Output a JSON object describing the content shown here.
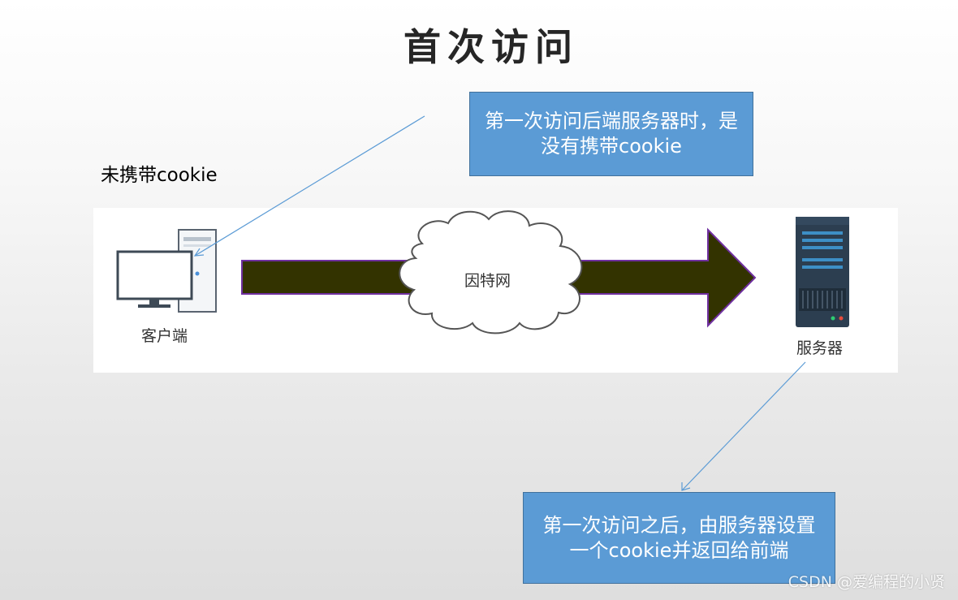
{
  "title": "首次访问",
  "callout_top": {
    "line1": "第一次访问后端服务器时，是",
    "line2": "没有携带cookie"
  },
  "side_label": "未携带cookie",
  "diagram": {
    "client_label": "客户端",
    "internet_label": "因特网",
    "server_label": "服务器"
  },
  "callout_bottom": {
    "line1": "第一次访问之后，由服务器设置",
    "line2": "一个cookie并返回给前端"
  },
  "watermark": "CSDN @爱编程的小贤",
  "colors": {
    "callout_fill": "#5b9bd5",
    "arrow_fill": "#333300",
    "arrow_stroke": "#7030a0",
    "connector": "#5b9bd5"
  }
}
